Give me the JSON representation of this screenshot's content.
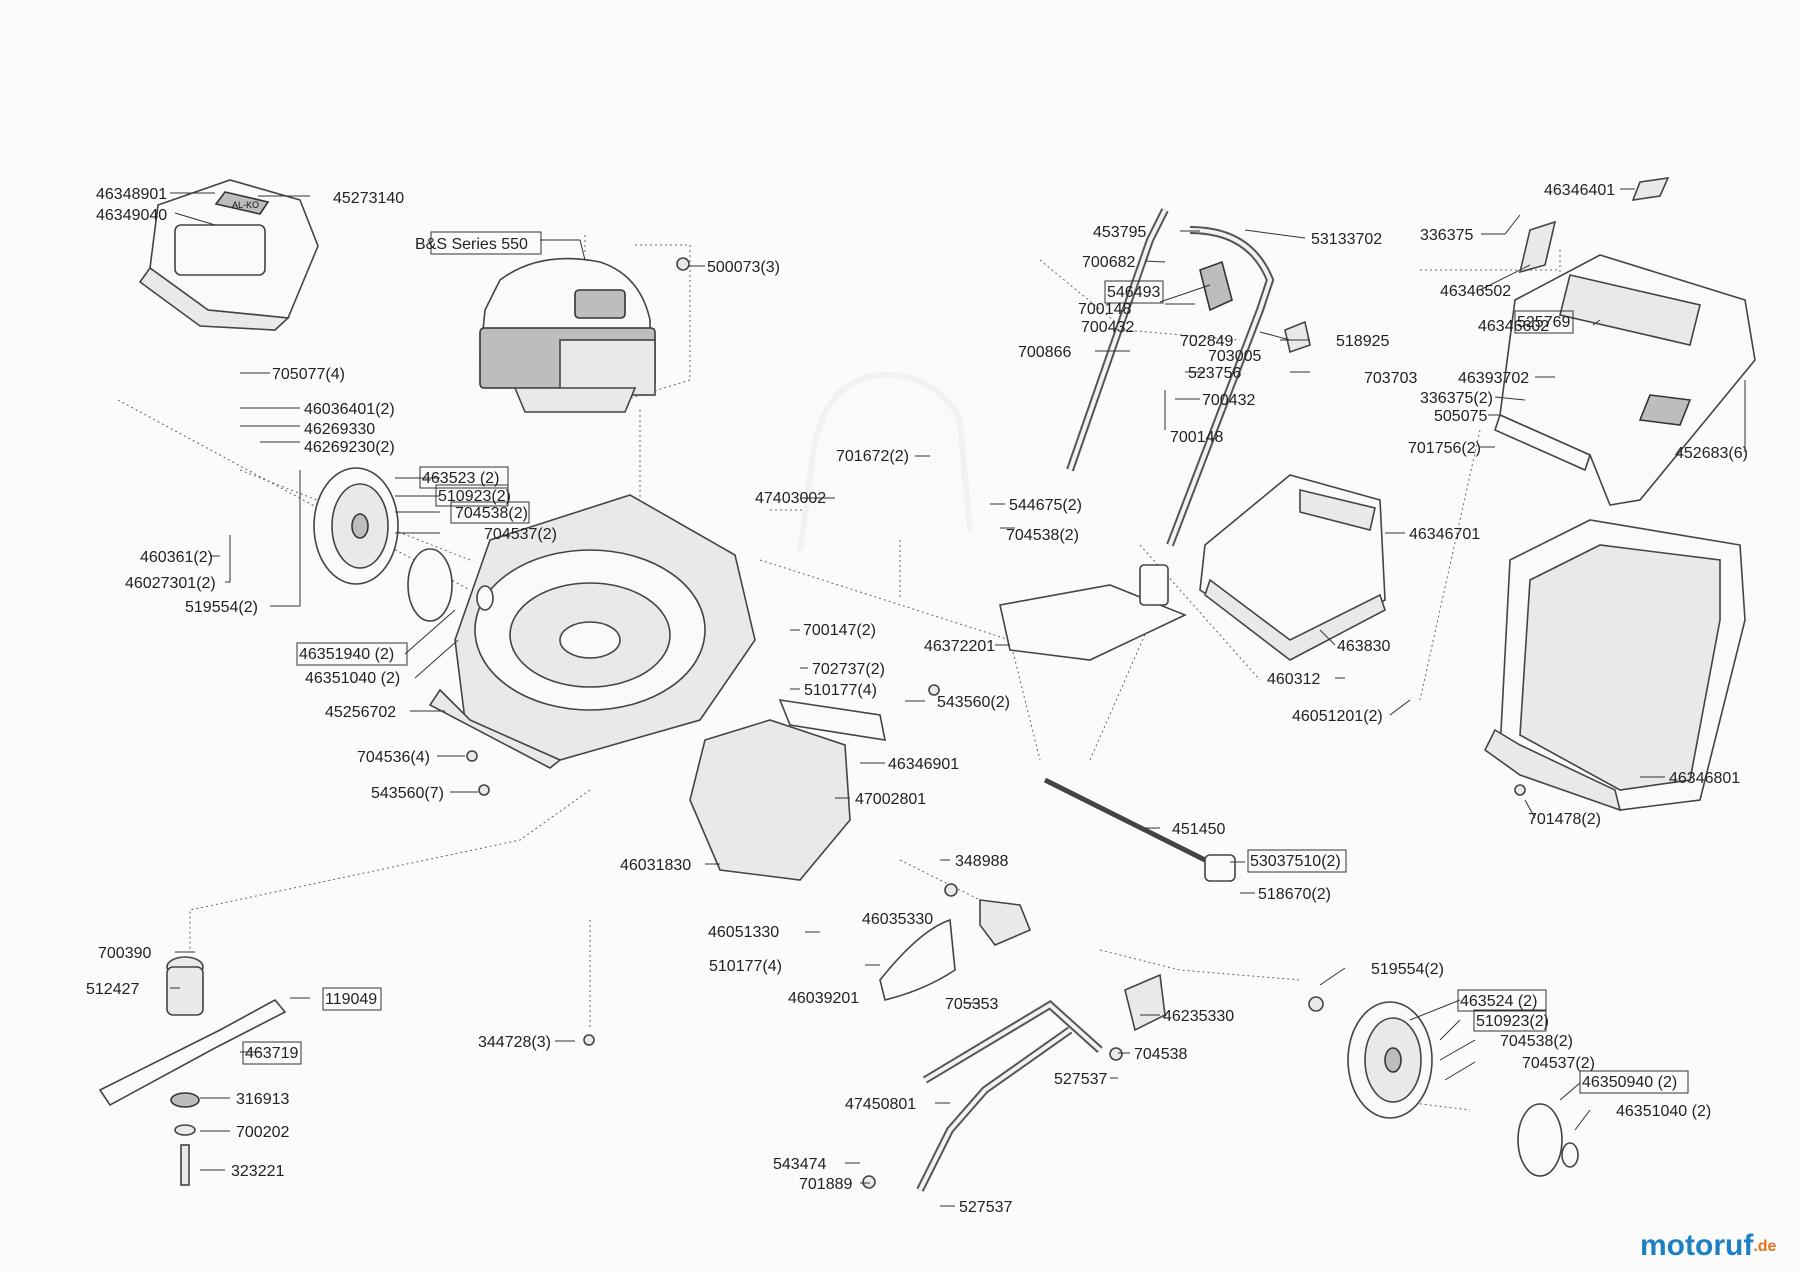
{
  "labels": {
    "l01": "46348901",
    "l02": "45273140",
    "l03": "46349040",
    "l04": "B&S Series 550",
    "l05": "500073(3)",
    "l06": "705077(4)",
    "l07": "46036401(2)",
    "l08": "46269330",
    "l09": "46269230(2)",
    "l10": "463523 (2)",
    "l11": "510923(2)",
    "l12": "704538(2)",
    "l13": "704537(2)",
    "l14": "460361(2)",
    "l15": "46027301(2)",
    "l16": "519554(2)",
    "l17": "46351940 (2)",
    "l18": "46351040 (2)",
    "l19": "45256702",
    "l20": "704536(4)",
    "l21": "543560(7)",
    "l22": "701672(2)",
    "l23": "47403002",
    "l24": "700147(2)",
    "l25": "702737(2)",
    "l26": "510177(4)",
    "l27": "543560(2)",
    "l28": "46346901",
    "l29": "47002801",
    "l30": "46031830",
    "l31": "46051330",
    "l32": "46035330",
    "l33": "510177(4)",
    "l34": "46039201",
    "l35": "348988",
    "l36": "705353",
    "l37": "46235330",
    "l38": "344728(3)",
    "l39": "700390",
    "l40": "512427",
    "l41": "119049",
    "l42": "463719",
    "l43": "316913",
    "l44": "700202",
    "l45": "323221",
    "l46": "453795",
    "l47": "53133702",
    "l48": "700682",
    "l49": "546493",
    "l50": "700148",
    "l51": "700432",
    "l52": "702849",
    "l53": "525769",
    "l54": "518925",
    "l55": "700866",
    "l56": "703005",
    "l57": "703703",
    "l58": "523756",
    "l59": "700432",
    "l60": "700148",
    "l61": "544675(2)",
    "l62": "704538(2)",
    "l63": "46346701",
    "l64": "46372201",
    "l65": "463830",
    "l66": "460312",
    "l67": "46051201(2)",
    "l68": "451450",
    "l69": "53037510(2)",
    "l70": "518670(2)",
    "l71": "704538",
    "l72": "527537",
    "l73": "47450801",
    "l74": "543474",
    "l75": "701889",
    "l76": "527537",
    "l77": "46346401",
    "l78": "336375",
    "l79": "46346502",
    "l80": "46346602",
    "l81": "46393702",
    "l82": "336375(2)",
    "l83": "505075",
    "l84": "701756(2)",
    "l85": "452683(6)",
    "l86": "46346801",
    "l87": "701478(2)",
    "l88": "519554(2)",
    "l89": "463524 (2)",
    "l90": "510923(2)",
    "l91": "704538(2)",
    "l92": "704537(2)",
    "l93": "46350940 (2)",
    "l94": "46351040 (2)"
  },
  "brand": {
    "name": "motoruf",
    "suffix": ".de",
    "color_main": "#1d7fc4",
    "color_accent": "#e8701a"
  },
  "cover_logo": "AL-KO"
}
